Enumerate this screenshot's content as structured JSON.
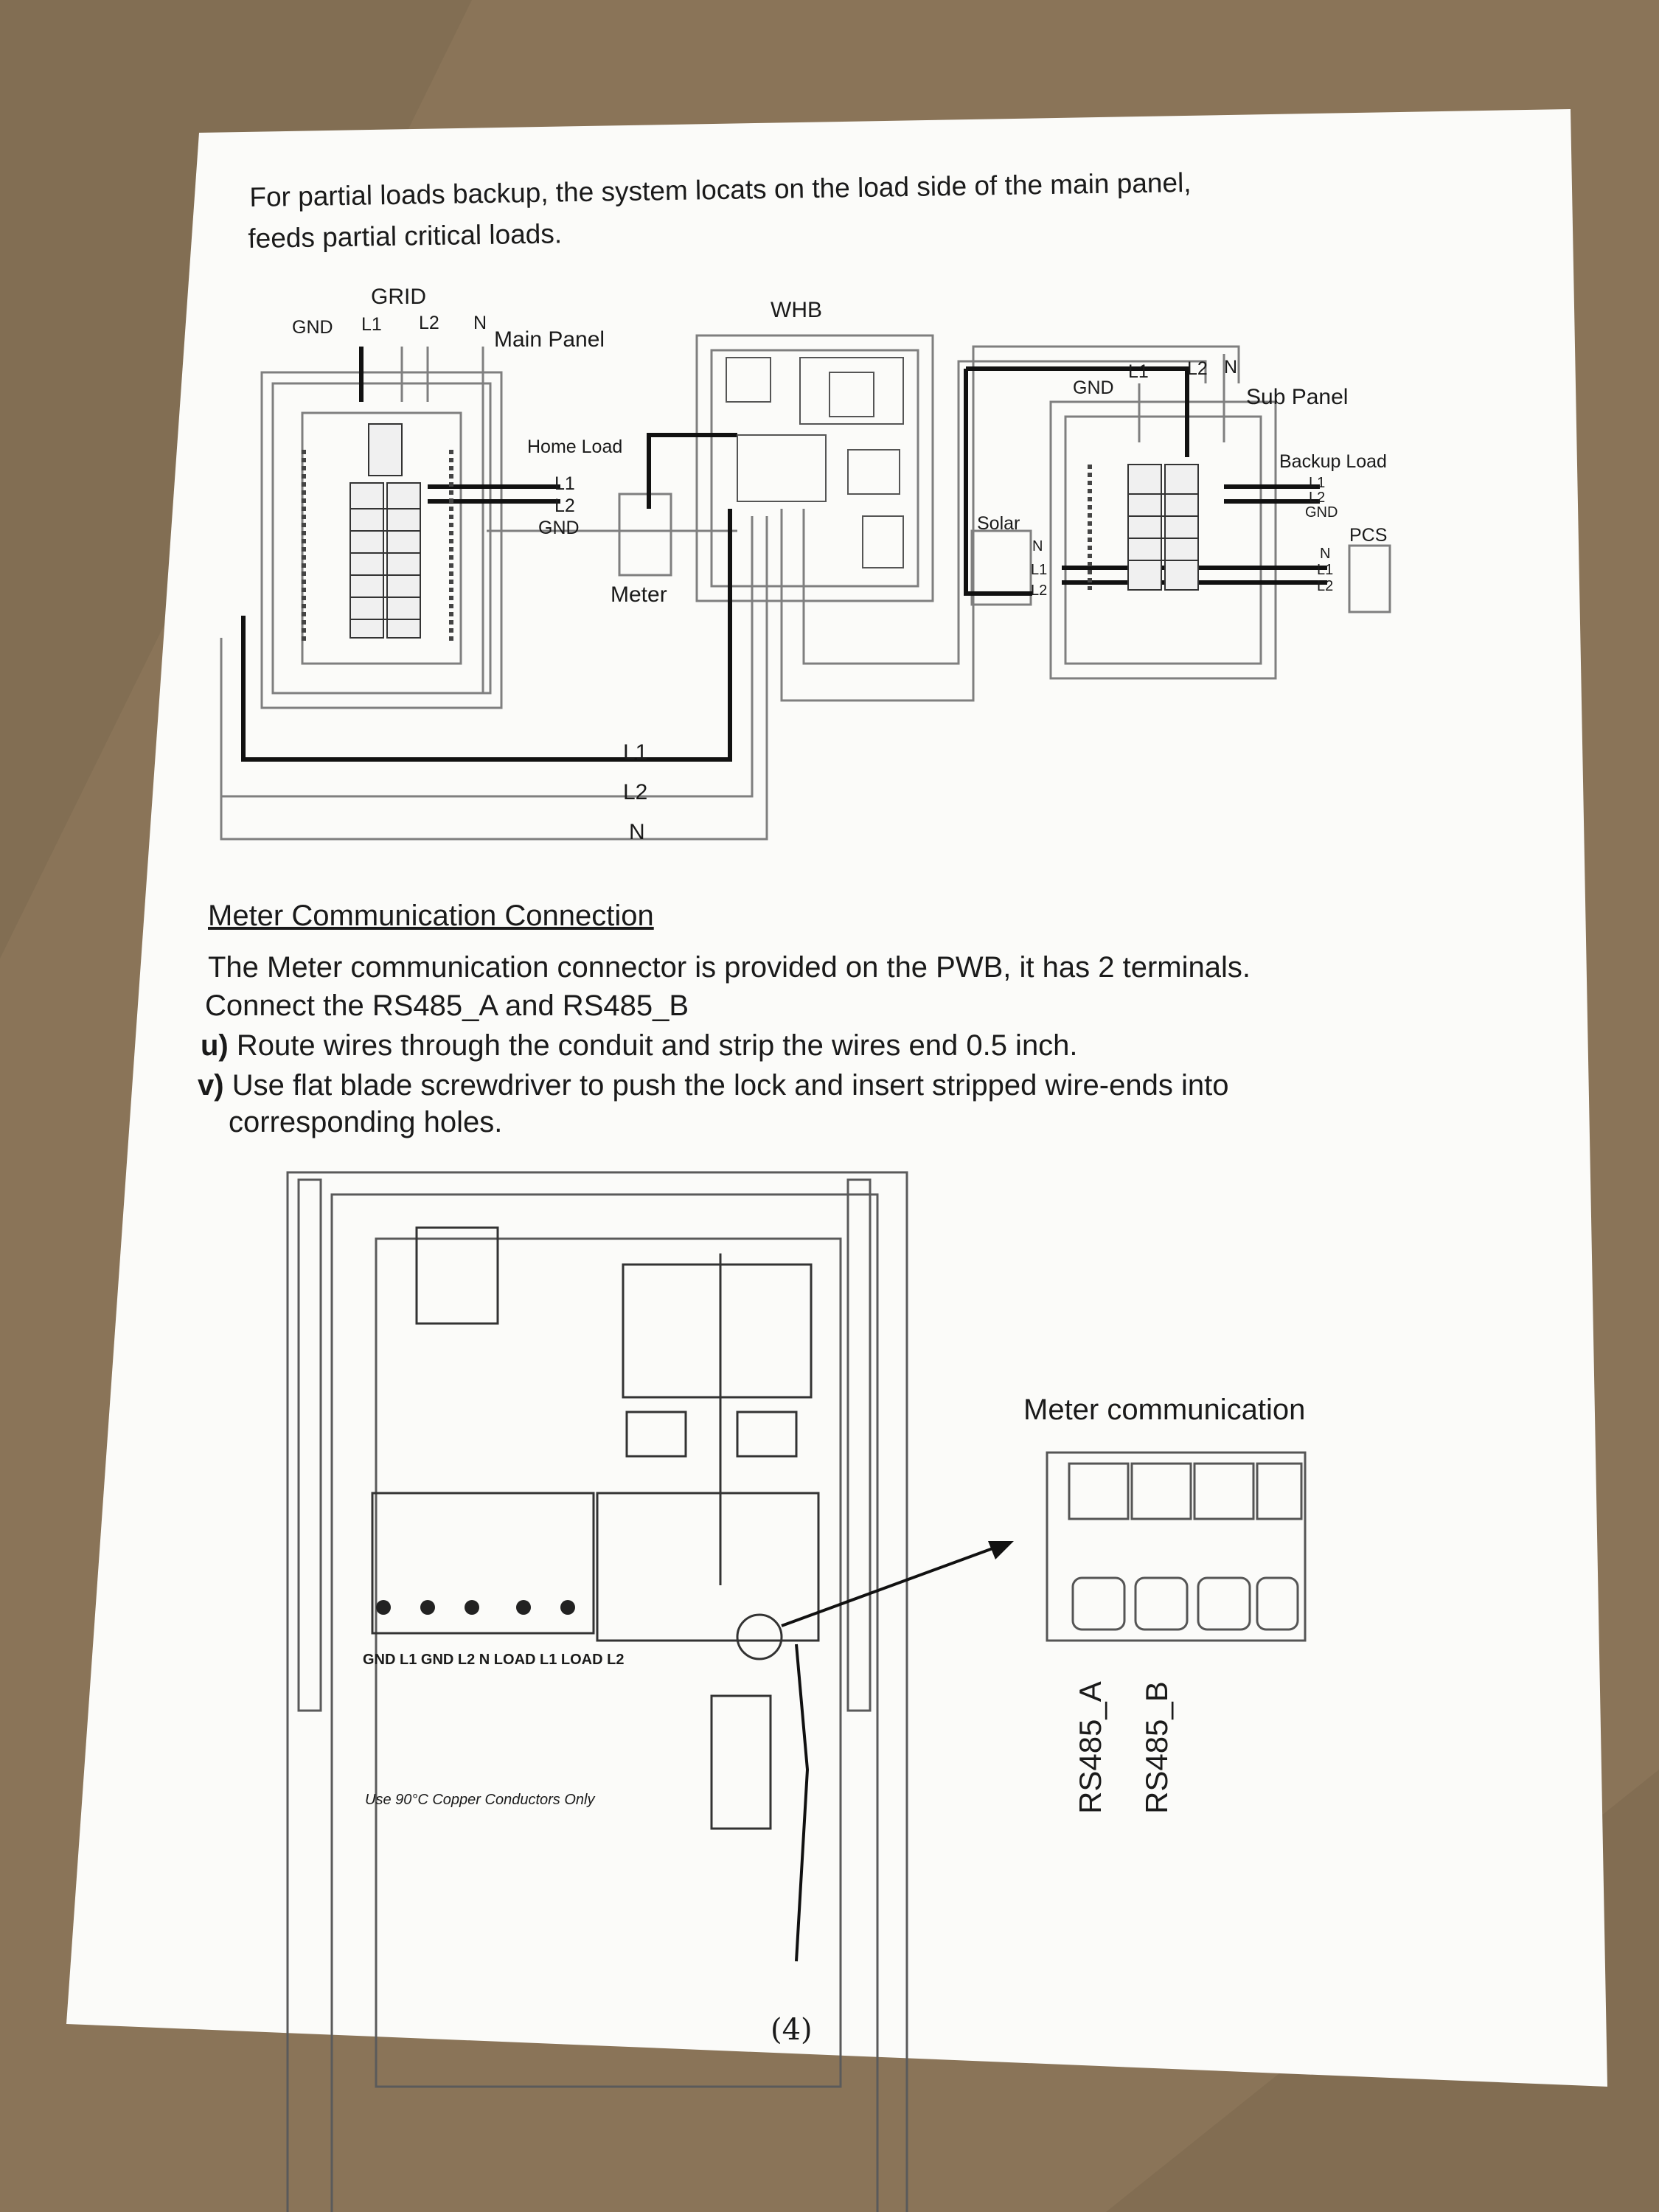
{
  "intro": {
    "line1": "For partial loads backup, the system locats on the load side of the main panel,",
    "line2": "feeds partial critical loads."
  },
  "wiring_diagram": {
    "grid": "GRID",
    "grid_gnd": "GND",
    "grid_l1": "L1",
    "grid_l2": "L2",
    "grid_n": "N",
    "main_panel": "Main Panel",
    "home_load": "Home Load",
    "home_l1": "L1",
    "home_l2": "L2",
    "home_gnd": "GND",
    "meter": "Meter",
    "whb": "WHB",
    "solar": "Solar",
    "solar_n": "N",
    "solar_l1": "L1",
    "solar_l2": "L2",
    "sub_gnd": "GND",
    "sub_l1": "L1",
    "sub_l2": "L2",
    "sub_n": "N",
    "sub_panel": "Sub Panel",
    "backup_load": "Backup Load",
    "backup_l1": "L1",
    "backup_l2": "L2",
    "backup_gnd": "GND",
    "pcs": "PCS",
    "pcs_n": "N",
    "pcs_l1": "L1",
    "pcs_l2": "L2",
    "bus_l1": "L1",
    "bus_l2": "L2",
    "bus_n": "N"
  },
  "meter_section": {
    "heading": "Meter Communication Connection",
    "p1": "The Meter communication connector is provided on the PWB, it has 2 terminals.",
    "p2": "Connect the RS485_A and RS485_B",
    "u_label": "u)",
    "u_text": " Route wires through the conduit and strip the wires end 0.5 inch.",
    "v_label": "v)",
    "v_text": " Use flat blade screwdriver to push the lock and insert stripped wire-ends into",
    "v_text2": "corresponding holes."
  },
  "enclosure_diagram": {
    "terminal_labels": "GND L1     GND L2     N     LOAD L1 LOAD L2",
    "note": "Use 90°C Copper Conductors Only",
    "meter_comm_title": "Meter communication",
    "rs485_a": "RS485_A",
    "rs485_b": "RS485_B"
  },
  "page_number": "(4)",
  "colors": {
    "paper": "#fbfbf9",
    "background": "#8a7458",
    "ink": "#1a1a1a",
    "gray_wire": "#8c8c8c"
  }
}
